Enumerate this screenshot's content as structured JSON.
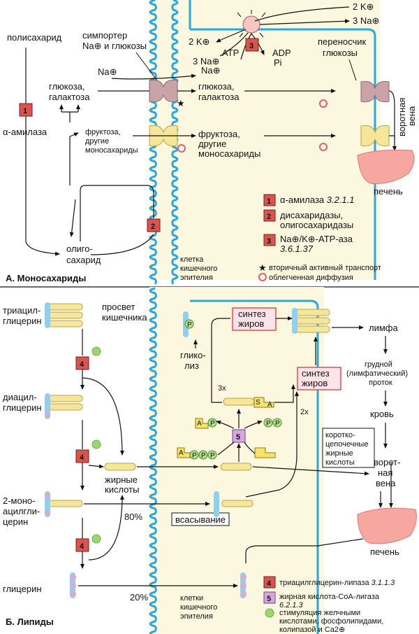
{
  "colors": {
    "membrane": "#2aa7de",
    "cell_fill": "#fbf8df",
    "lumen_fill": "#ffffff",
    "enzyme_red": "#d9534f",
    "enzyme_purple": "#d9a7e0",
    "molecule_yellow": "#f6e69a",
    "synth_box": "#ffe3ea",
    "liver": "#f5a7a0"
  },
  "sectionA": {
    "title": "А. Моносахариды",
    "polysaccharide": "полисахарид",
    "alpha_amylase": "α-амилаза",
    "symporter": "симпортер",
    "symporter2": "Na⊕ и глюкозы",
    "na_in": "Na⊕",
    "na_in2": "Na⊕",
    "glucose_galactose_left": [
      "глюкоза,",
      "галактоза"
    ],
    "glucose_galactose_right": [
      "глюкоза,",
      "галактоза"
    ],
    "fructose_left": [
      "фруктоза,",
      "другие",
      "моносахариды"
    ],
    "fructose_right": [
      "фруктоза,",
      "другие",
      "моносахариды"
    ],
    "oligosaccharide": [
      "олиго-",
      "сахарид"
    ],
    "k2_top": "2 K⊕",
    "na3_top": "3 Na⊕",
    "k2_in": "2 K⊕",
    "na3_in": "3 Na⊕",
    "atp": "ATP",
    "adp": "ADP",
    "pi": "Pi",
    "glucose_transporter": [
      "переносчик",
      "глюкозы"
    ],
    "portal_vein": [
      "воротная",
      "вена"
    ],
    "liver": "печень",
    "cell_label": [
      "клетка",
      "кишечного",
      "эпителия"
    ],
    "star": "★",
    "enzymes": [
      {
        "num": "1",
        "text": "α-амилаза ",
        "ec": "3.2.1.1"
      },
      {
        "num": "2",
        "text": "дисахаридазы,",
        "text2": "олигосахаридазы"
      },
      {
        "num": "3",
        "text": "Na⊕/K⊕-ATP-аза",
        "ec": "3.6.1.37"
      }
    ],
    "legend_star": "вторичный активный транспорт",
    "legend_circle": "облегченная диффузия",
    "badge1": "1",
    "badge2": "2",
    "badge3": "3"
  },
  "sectionB": {
    "title": "Б. Липиды",
    "triacylglycerol": [
      "триацил-",
      "глицерин"
    ],
    "lumen": [
      "просвет",
      "кишечника"
    ],
    "diacylglycerol": [
      "диацил-",
      "глицерин"
    ],
    "fatty_acids": [
      "жирные",
      "кислоты"
    ],
    "monoacylglycerol": [
      "2-моно-",
      "ацилгли-",
      "церин"
    ],
    "glycerol": "глицерин",
    "pct80": "80%",
    "pct20": "20%",
    "absorption": "всасывание",
    "glycolysis": [
      "глико-",
      "лиз"
    ],
    "fat_synth_top": [
      "синтез",
      "жиров"
    ],
    "fat_synth_mid": [
      "синтез",
      "жиров"
    ],
    "x3": "3x",
    "x2": "2x",
    "lymph": "лимфа",
    "thoracic": [
      "грудной",
      "(лимфатический)",
      "проток"
    ],
    "blood": "кровь",
    "short_chain": [
      "коротко-",
      "цепочечные",
      "жирные",
      "кислоты"
    ],
    "portal_vein": [
      "ворот-",
      "ная",
      "вена"
    ],
    "liver": "печень",
    "cells_label": [
      "клетки",
      "кишечного",
      "эпителия"
    ],
    "p": "P",
    "s": "S",
    "a": "A",
    "badge4": "4",
    "badge5": "5",
    "enzymes": [
      {
        "num": "4",
        "text": "триацилглицерин-липаза ",
        "ec": "3.1.1.3"
      },
      {
        "num": "5",
        "text": "жирная кислота-СоА-лигаза",
        "ec": "6.2.1.3"
      }
    ],
    "stimulation": [
      "стимуляция желчными",
      "кислотами, фосфолипидами,",
      "колипазой и Ca2⊕"
    ]
  }
}
